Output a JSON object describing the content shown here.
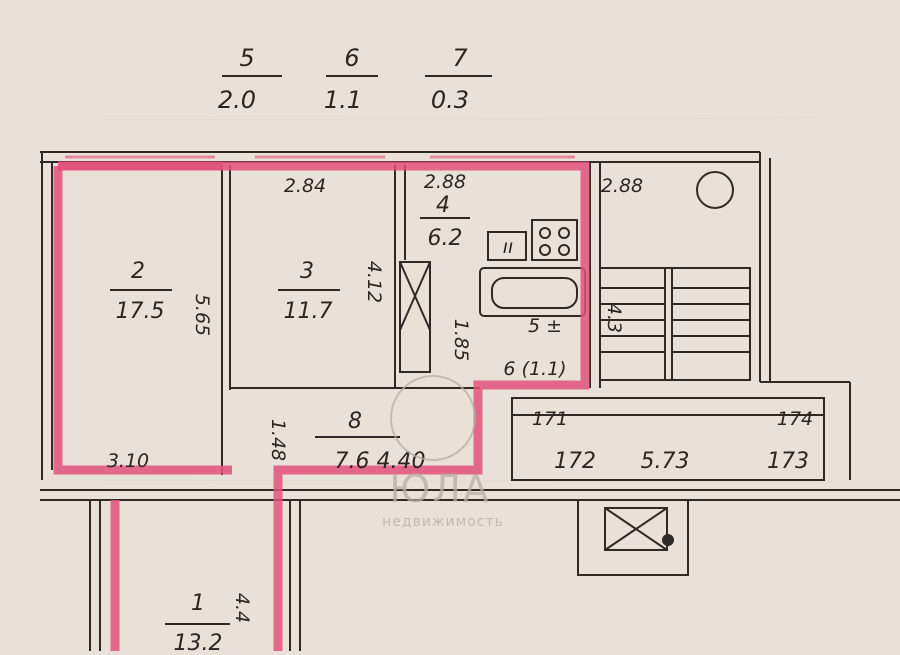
{
  "header_fractions": [
    {
      "room": "5",
      "area": "2.0"
    },
    {
      "room": "6",
      "area": "1.1"
    },
    {
      "room": "7",
      "area": "0.3"
    }
  ],
  "rooms": {
    "r2": {
      "number": "2",
      "area": "17.5",
      "width": "3.10",
      "length": "5.65"
    },
    "r3": {
      "number": "3",
      "area": "11.7",
      "width": "2.84",
      "length": "4.12"
    },
    "r4": {
      "number": "4",
      "area": "6.2",
      "width": "2.88"
    },
    "r5": {
      "number": "5",
      "area": "4.3",
      "label": "5 ±"
    },
    "r6": {
      "number": "6",
      "label": "6 (1.1)"
    },
    "r8": {
      "number": "8",
      "area": "7.6",
      "width": "1.48",
      "length": "4.40",
      "label": "7.6 4.40"
    },
    "r1": {
      "number": "1",
      "area": "13.2",
      "length": "4.4"
    }
  },
  "landing": {
    "width": "2.88",
    "side_dim": "4.3",
    "apt_171": "171",
    "apt_172": "172",
    "apt_173": "173",
    "apt_174": "174",
    "corridor_len": "5.73"
  },
  "misc": {
    "dim_185": "1.85",
    "stove_mark": "ıı"
  },
  "watermark": {
    "brand": "ЮЛА",
    "subtitle": "недвижимость"
  },
  "colors": {
    "background": "#e9e1d8",
    "line": "#2f2a26",
    "highlight": "#e0517d",
    "watermark": "#b8aea6"
  }
}
